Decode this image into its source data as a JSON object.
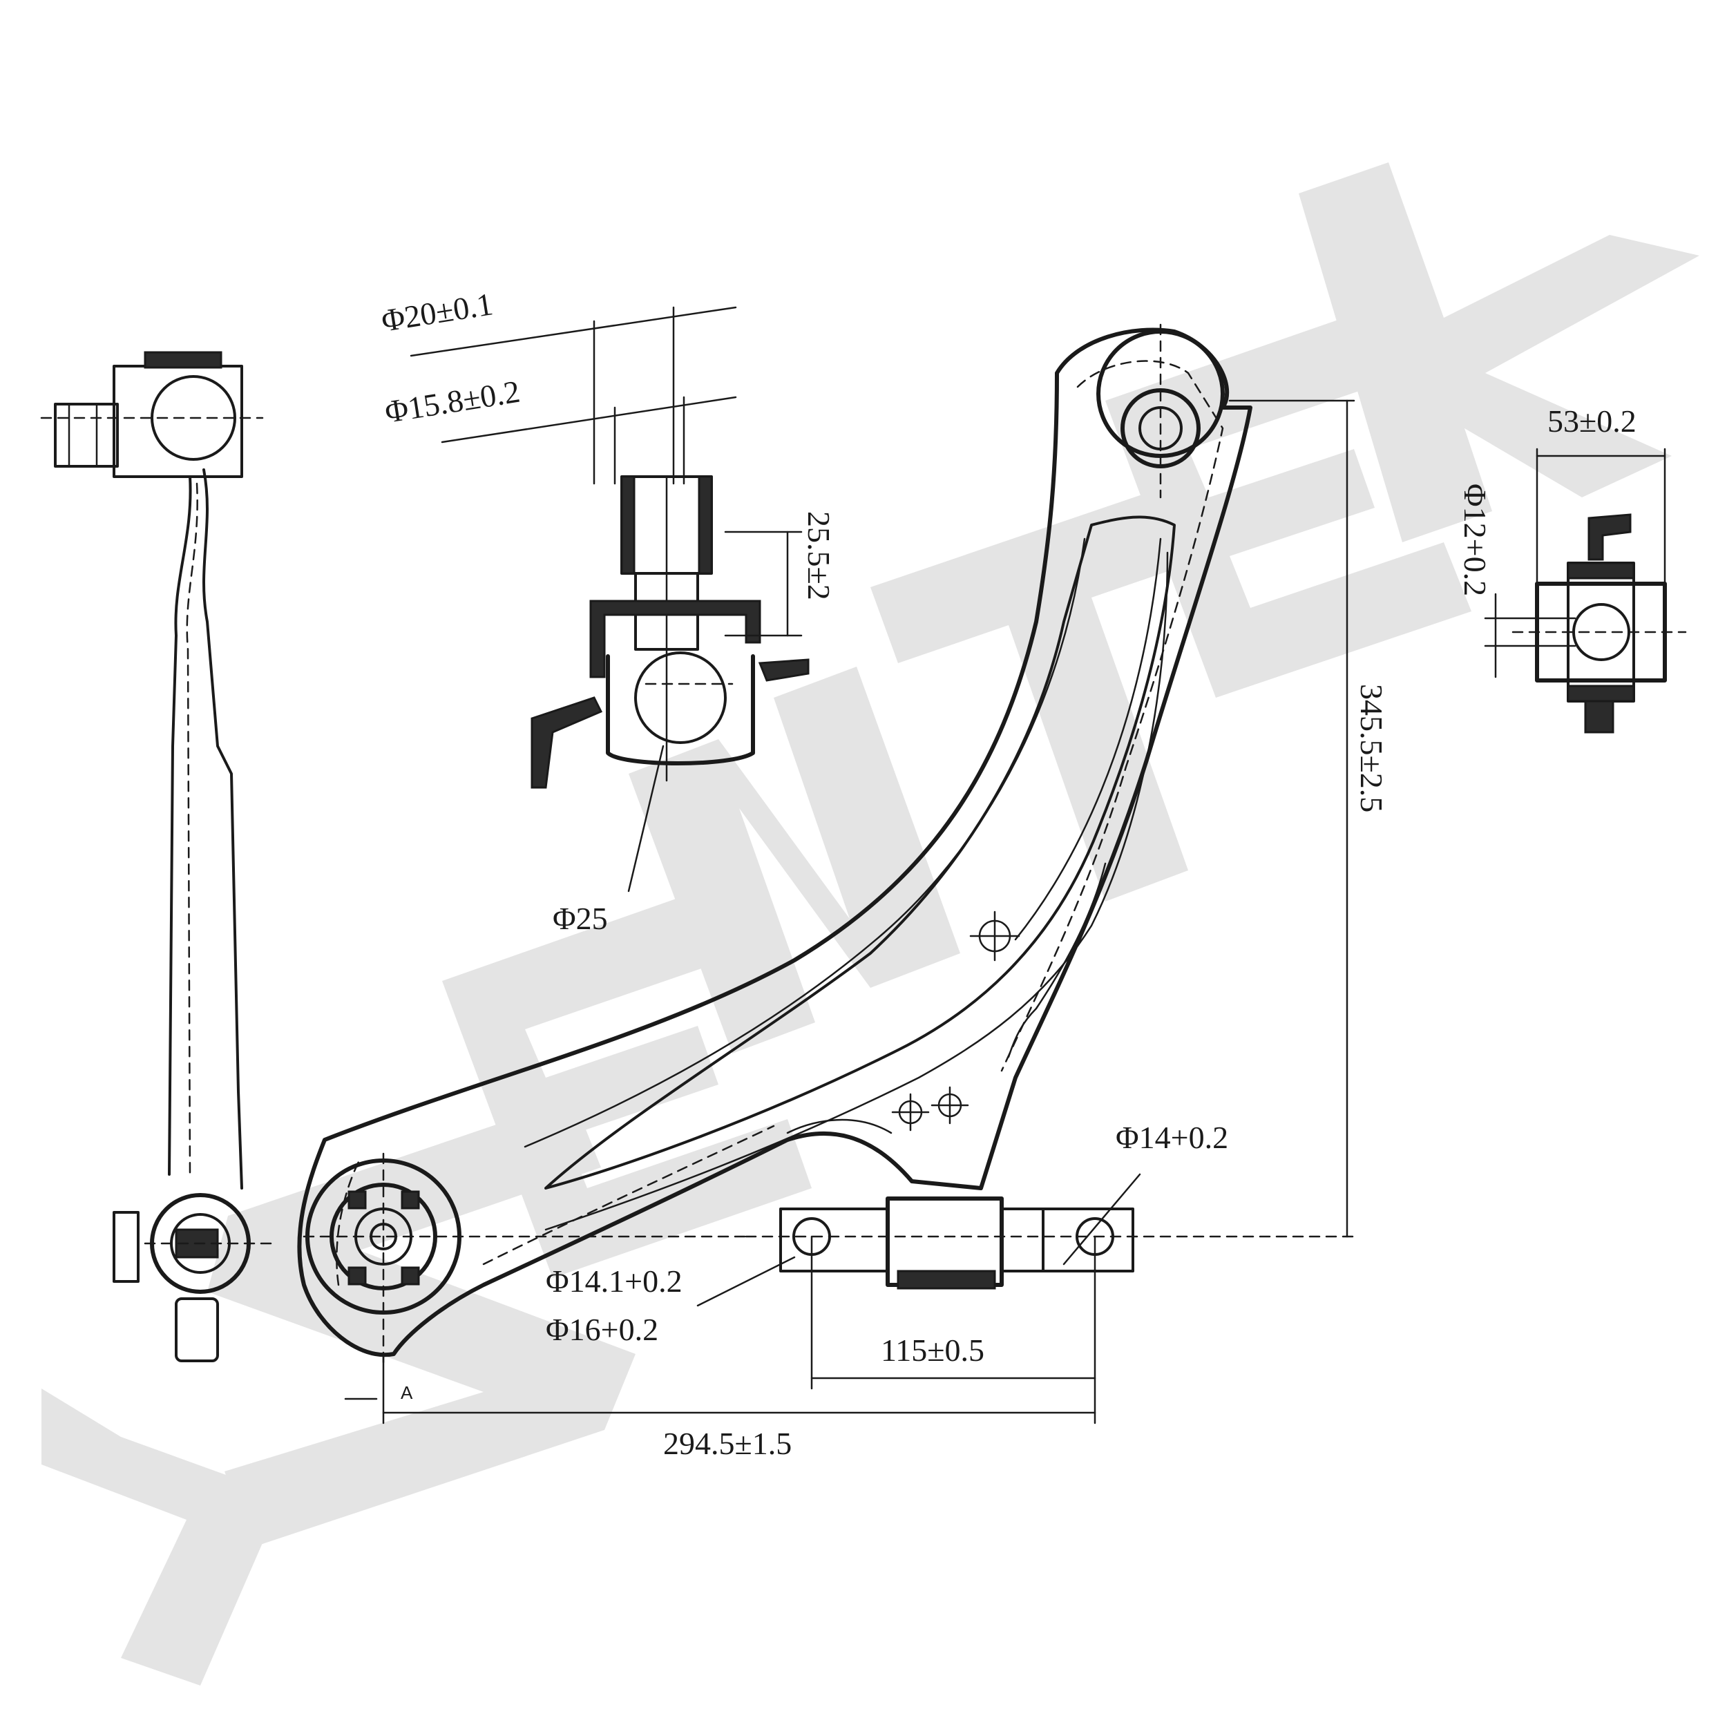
{
  "watermark": {
    "text": "ZENTEK",
    "color": "#e4e4e4"
  },
  "drawing": {
    "ink_color": "#1a1a1a",
    "views": [
      "side-view",
      "ball-joint-section",
      "main-arm-plan-view",
      "bushing-section"
    ]
  },
  "dimensions": {
    "ball_stud_outer": "Φ20±0.1",
    "ball_stud_inner": "Φ15.8±0.2",
    "ball_height": "25.5±2",
    "ball_diameter": "Φ25",
    "bushing_width": "53±0.2",
    "bushing_bore": "Φ12+0.2",
    "overall_height": "345.5±2.5",
    "rear_hole": "Φ14+0.2",
    "front_hole_a": "Φ14.1+0.2",
    "front_hole_b": "Φ16+0.2",
    "hole_spacing": "115±0.5",
    "overall_length": "294.5±1.5",
    "datum_label": "A"
  }
}
